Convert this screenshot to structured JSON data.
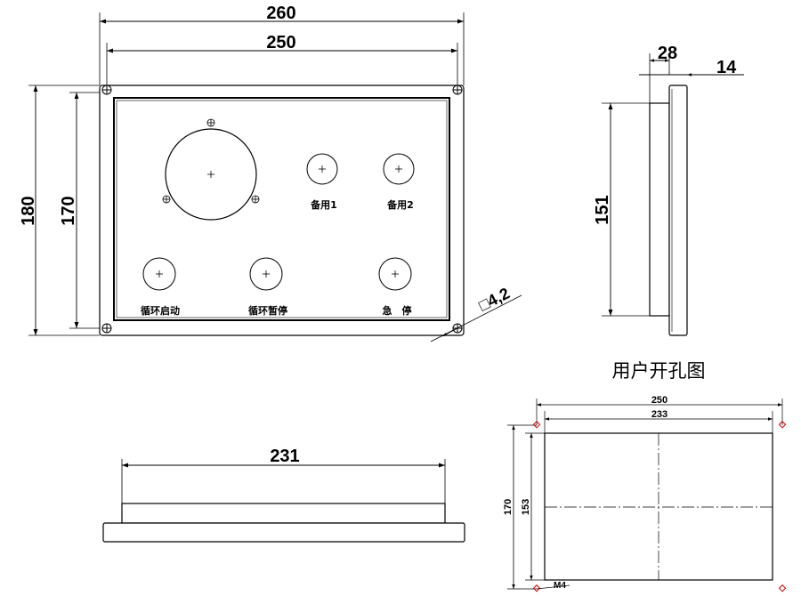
{
  "front_view": {
    "dims": {
      "outer_width": "260",
      "inner_width": "250",
      "outer_height": "180",
      "inner_height": "170",
      "hole_spec": "□4,2"
    },
    "buttons": {
      "spare1": "备用1",
      "spare2": "备用2",
      "cycle_start": "循环启动",
      "cycle_pause": "循环暂停",
      "emergency_stop": "急　停"
    }
  },
  "side_view": {
    "dims": {
      "total_depth": "28",
      "flange_thickness": "14",
      "body_height": "151"
    }
  },
  "bottom_view": {
    "dims": {
      "body_width": "231"
    }
  },
  "cutout_view": {
    "title": "用户开孔图",
    "dims": {
      "hole_spacing_x": "250",
      "cutout_width": "233",
      "hole_spacing_y": "170",
      "cutout_height": "153",
      "screw": "M4"
    }
  }
}
